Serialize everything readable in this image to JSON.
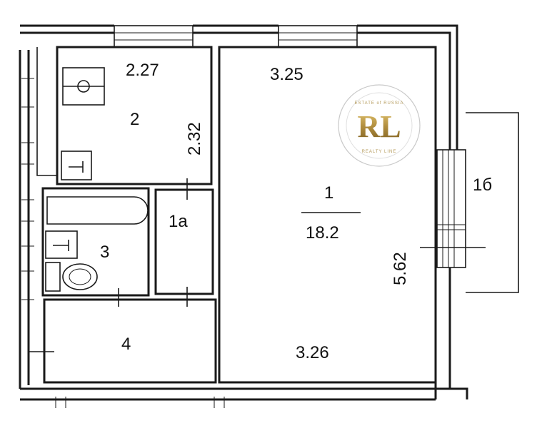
{
  "rooms": {
    "main_room": {
      "number": "1",
      "area": "18.2",
      "width_top": "3.25",
      "width_bottom": "3.26",
      "length": "5.62"
    },
    "kitchen": {
      "number": "2",
      "width": "2.27",
      "length": "2.32"
    },
    "closet": {
      "number": "1a"
    },
    "bathroom": {
      "number": "3"
    },
    "hall": {
      "number": "4"
    },
    "balcony": {
      "number": "1б"
    }
  },
  "watermark": {
    "monogram": "RL",
    "ring_top": "ESTATE of RUSSIA",
    "ring_bottom": "REALTY LINE"
  },
  "colors": {
    "ink": "#1a1a1a",
    "seal_gold": "#b08d3e"
  }
}
